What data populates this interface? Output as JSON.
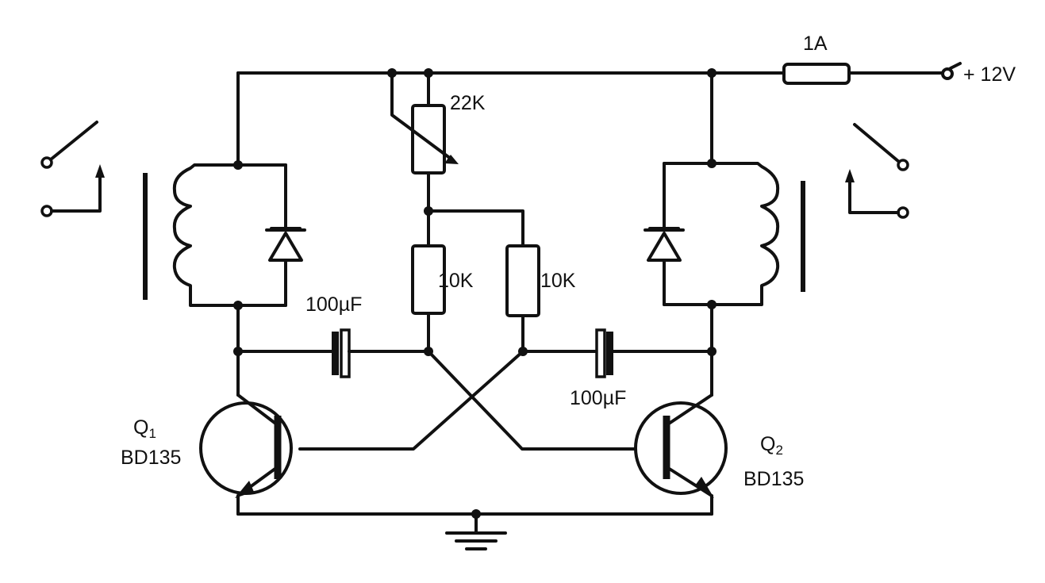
{
  "labels": {
    "fuse": "1A",
    "supply": "+ 12V",
    "pot": "22K",
    "r1": "10K",
    "r2": "10K",
    "cap_left": "100µF",
    "cap_right": "100µF",
    "q1_name": "Q",
    "q1_sub": "1",
    "q1_type": "BD135",
    "q2_name": "Q",
    "q2_sub": "2",
    "q2_type": "BD135"
  },
  "colors": {
    "ink": "#111111",
    "paper": "#ffffff"
  }
}
